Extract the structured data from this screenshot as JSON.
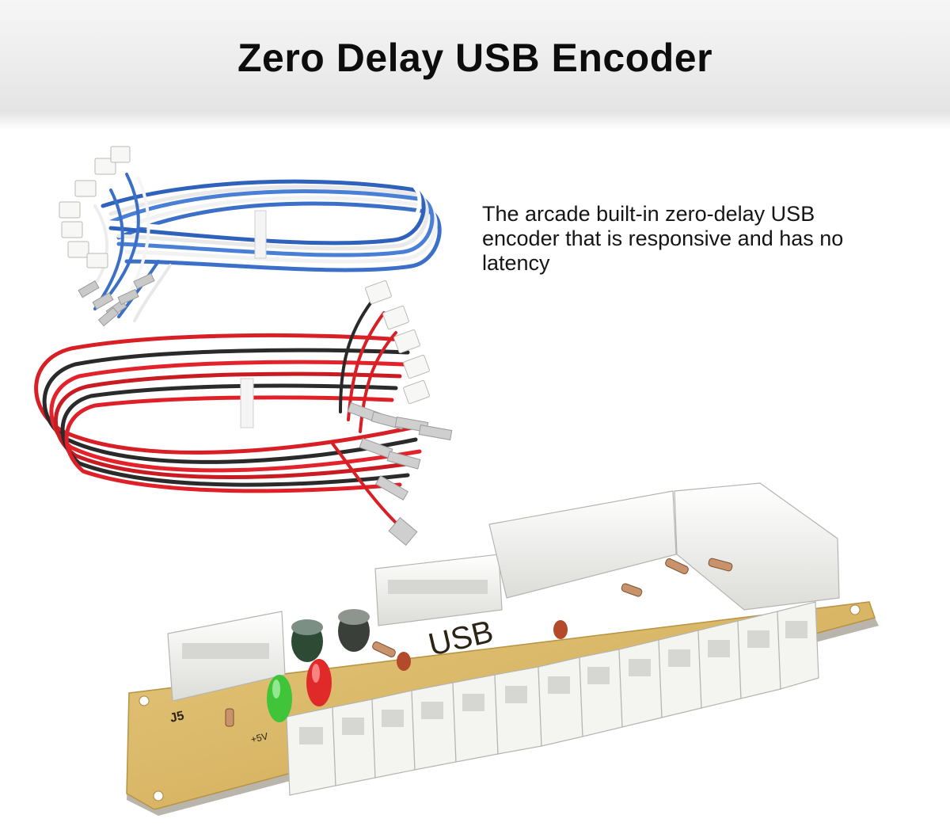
{
  "header": {
    "title": "Zero Delay USB Encoder"
  },
  "description": {
    "text": "The arcade built-in zero-delay USB encoder that is responsive and has no latency"
  },
  "board": {
    "usb_label": "USB",
    "connector_label": "J5",
    "power_label": "+5V"
  },
  "colors": {
    "header_bg": "#ececec",
    "board": "#d9b565",
    "connector": "#f2f2f0",
    "cable_blue": "#3b6fc8",
    "cable_red": "#d81f26",
    "cable_black": "#2a2a2a",
    "led_green": "#3fc43a",
    "led_red": "#e02a2a"
  },
  "icons": [
    "cable-harness-blue-white",
    "cable-harness-red-black",
    "usb-encoder-board"
  ]
}
